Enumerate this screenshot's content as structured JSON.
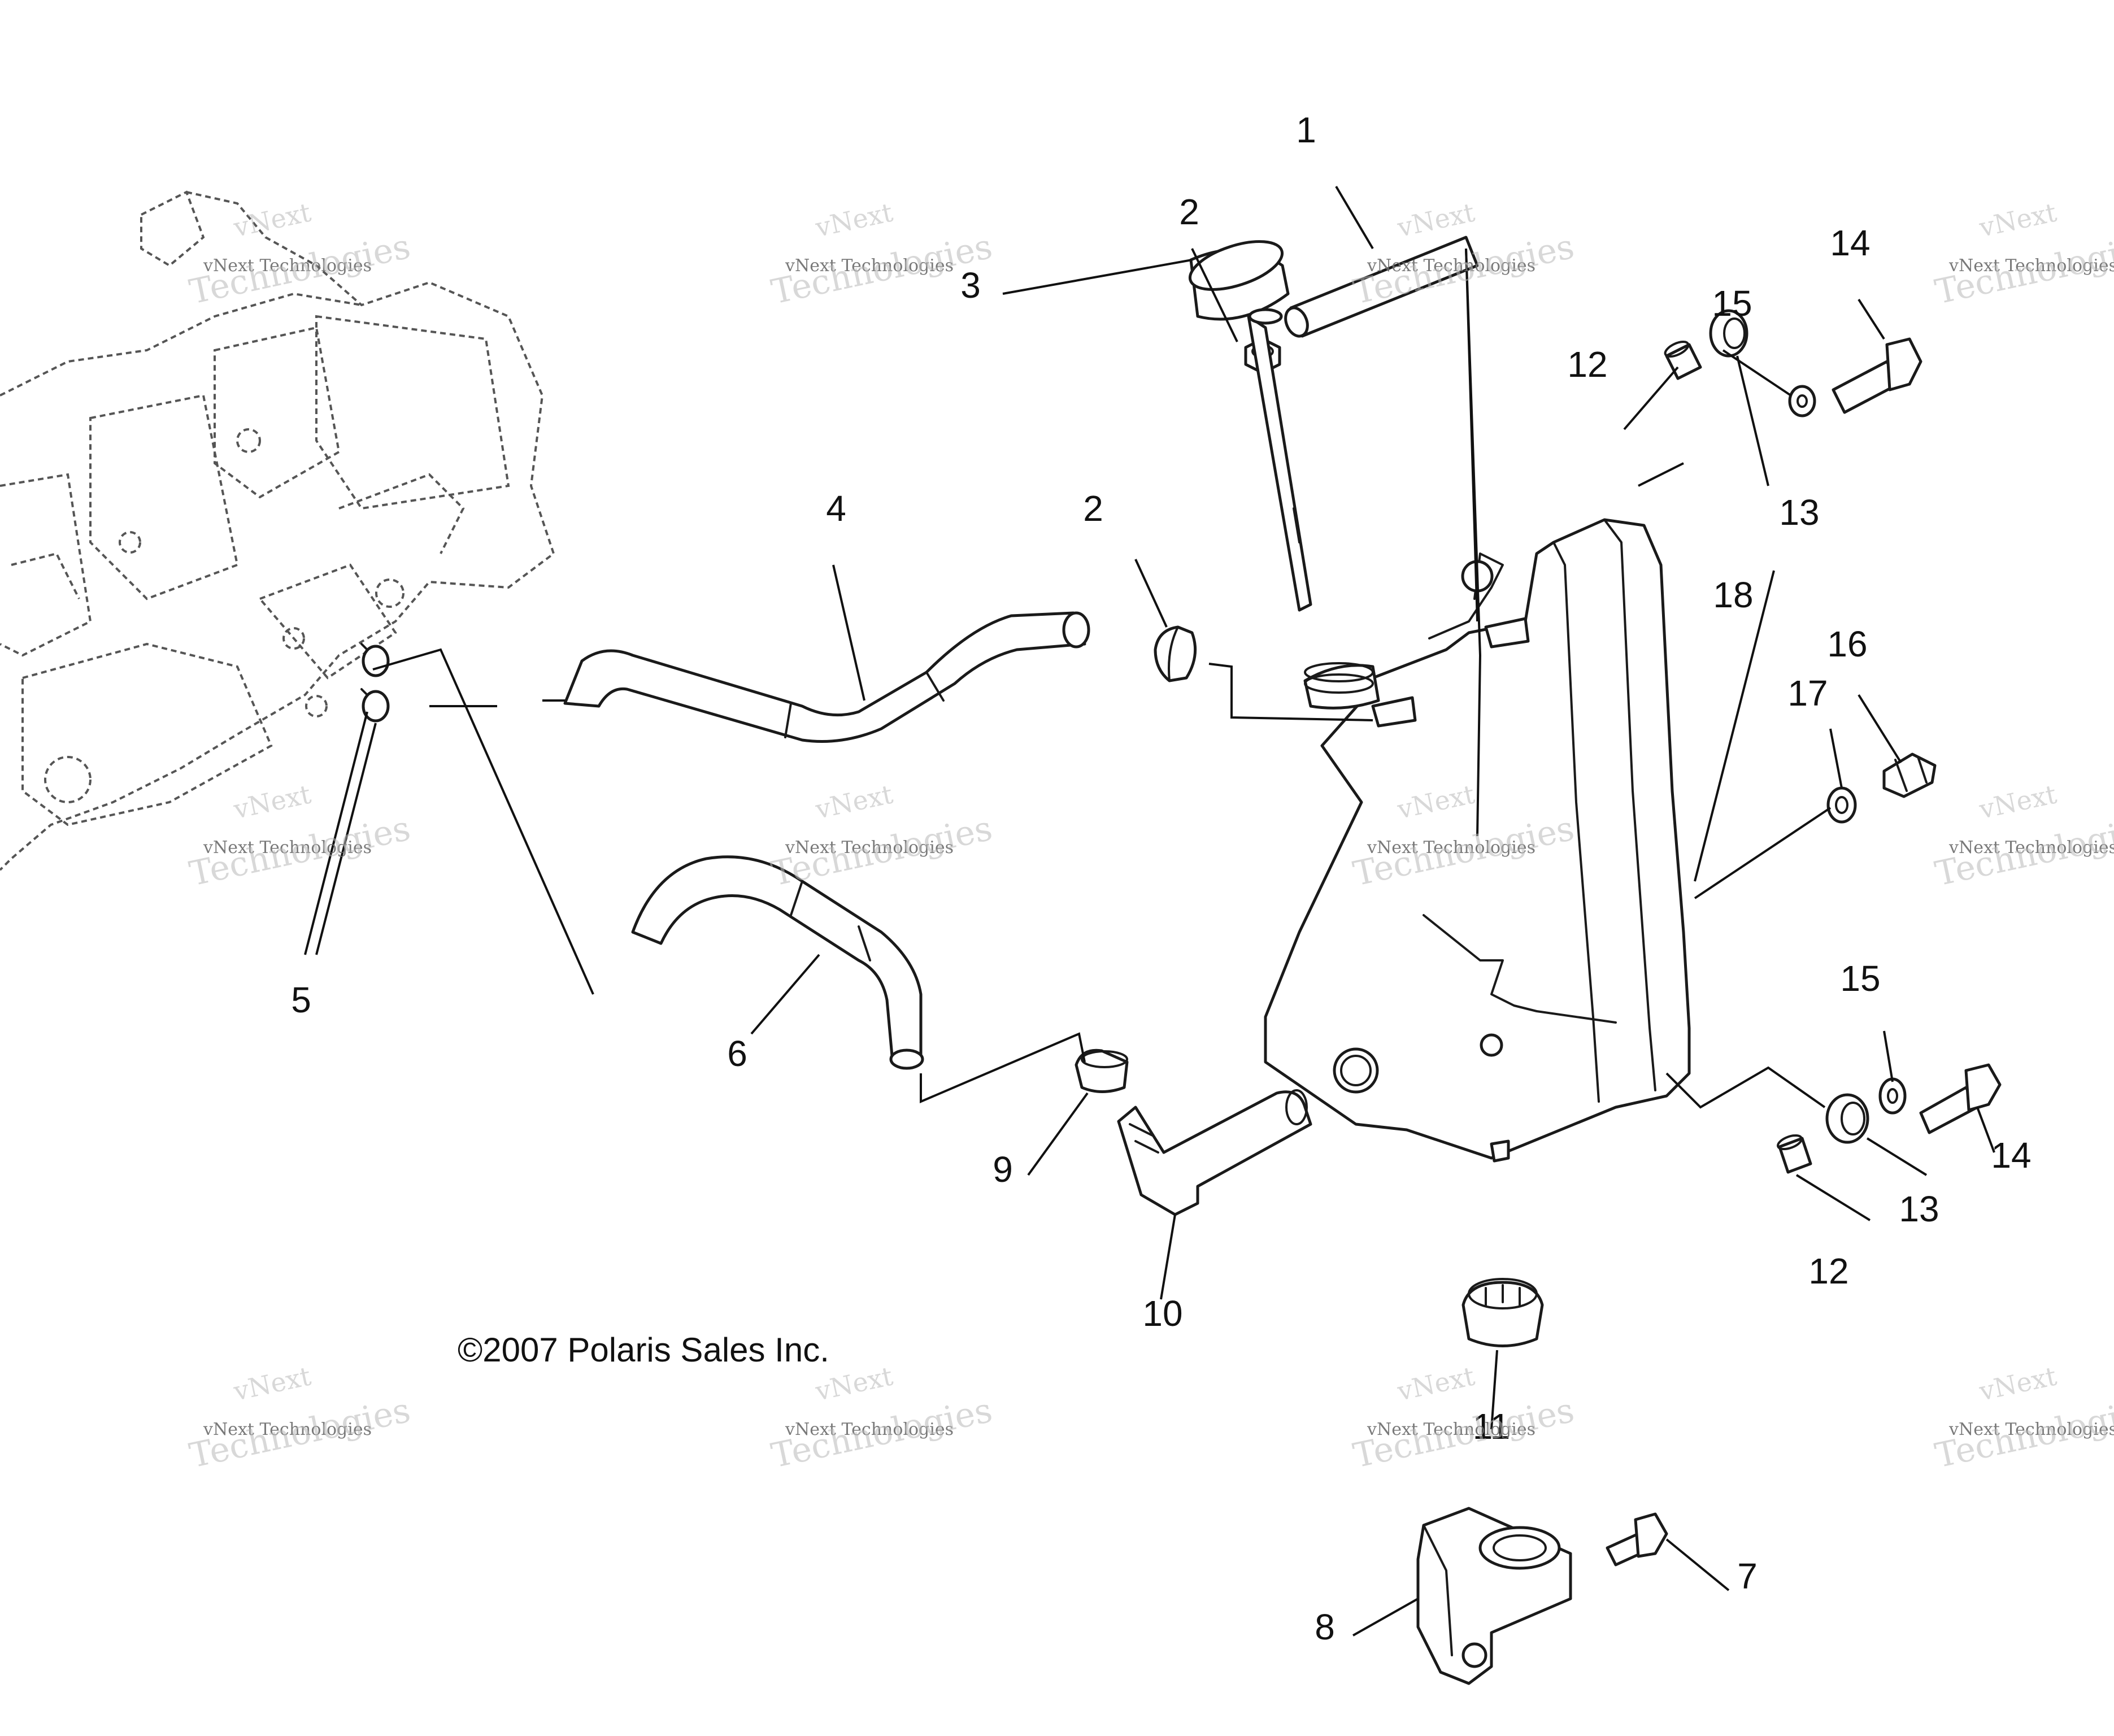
{
  "callouts": [
    {
      "id": "c1",
      "label": "1"
    },
    {
      "id": "c2a",
      "label": "2"
    },
    {
      "id": "c2b",
      "label": "2"
    },
    {
      "id": "c3",
      "label": "3"
    },
    {
      "id": "c4",
      "label": "4"
    },
    {
      "id": "c5",
      "label": "5"
    },
    {
      "id": "c6",
      "label": "6"
    },
    {
      "id": "c7",
      "label": "7"
    },
    {
      "id": "c8",
      "label": "8"
    },
    {
      "id": "c9",
      "label": "9"
    },
    {
      "id": "c10",
      "label": "10"
    },
    {
      "id": "c11",
      "label": "11"
    },
    {
      "id": "c12a",
      "label": "12"
    },
    {
      "id": "c12b",
      "label": "12"
    },
    {
      "id": "c13a",
      "label": "13"
    },
    {
      "id": "c13b",
      "label": "13"
    },
    {
      "id": "c14a",
      "label": "14"
    },
    {
      "id": "c14b",
      "label": "14"
    },
    {
      "id": "c15a",
      "label": "15"
    },
    {
      "id": "c15b",
      "label": "15"
    },
    {
      "id": "c16",
      "label": "16"
    },
    {
      "id": "c17",
      "label": "17"
    },
    {
      "id": "c18",
      "label": "18"
    }
  ],
  "copyright": "©2007 Polaris Sales Inc.",
  "watermark": {
    "line1": "vNext",
    "line2": "vNext Technologies",
    "line3": "Technologies"
  },
  "colors": {
    "ink": "#1a1a1a",
    "watermark": "#b8b8b8",
    "background": "#ffffff"
  }
}
